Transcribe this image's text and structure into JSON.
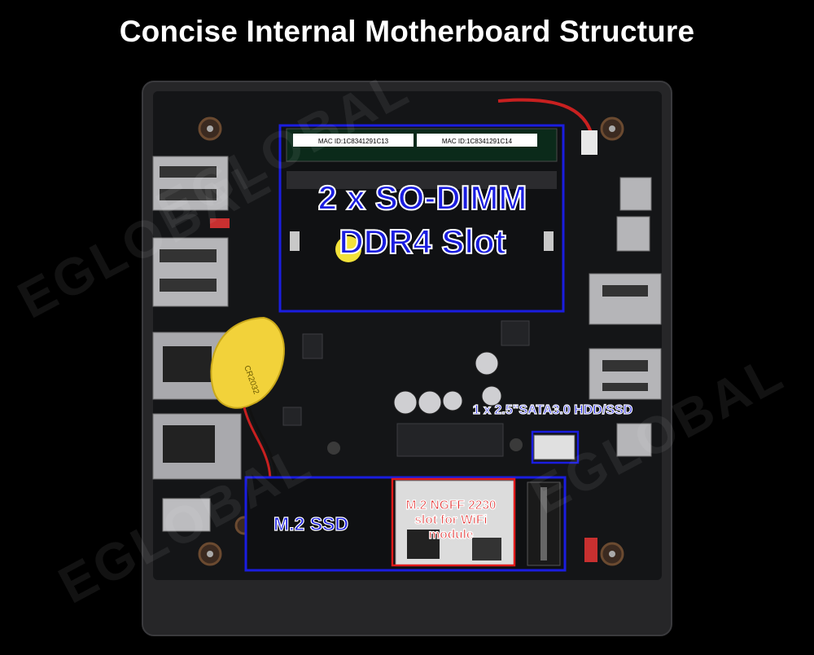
{
  "title": "Concise Internal Motherboard Structure",
  "callouts": {
    "dimm_line1": "2 x SO-DIMM",
    "dimm_line2": "DDR4 Slot",
    "sata": "1 x 2.5\"SATA3.0 HDD/SSD",
    "m2_ssd": "M.2 SSD",
    "wifi_line1": "M.2 NGFF 2230",
    "wifi_line2": "slot for WiFi",
    "wifi_line3": "module"
  },
  "ram_labels": {
    "left": "MAC ID:1C8341291C13",
    "right": "MAC ID:1C8341291C14"
  },
  "battery_text": "CR2032",
  "watermark": "EGLOBAL",
  "colors": {
    "background": "#000000",
    "title": "#ffffff",
    "box_blue": "#1a1de0",
    "box_red": "#e01a1a",
    "pcb": "#151618",
    "chassis": "#2a2a2c",
    "battery": "#f2d23a"
  }
}
